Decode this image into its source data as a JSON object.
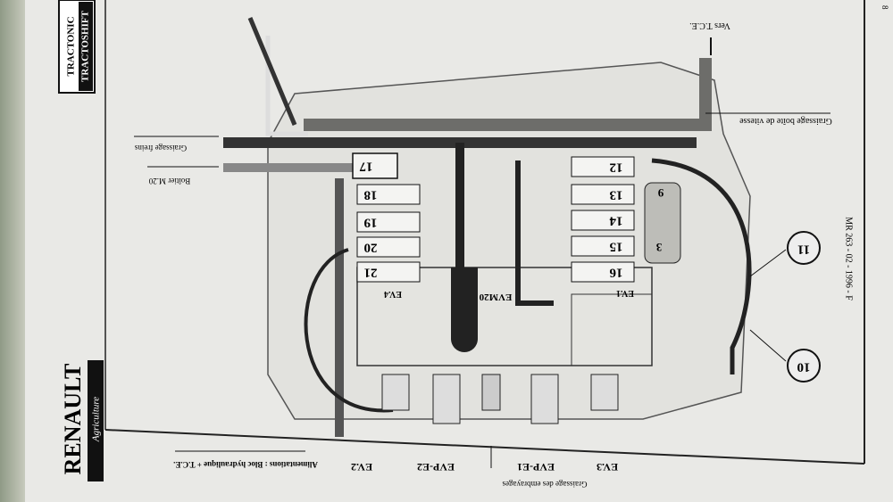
{
  "logo": {
    "line1": "TRACTONIC",
    "line2": "TRACTOSHIFT"
  },
  "brand": {
    "name": "RENAULT",
    "sub": "Agriculture"
  },
  "footer_ref": "MR 263 - 02 - 1996 - F",
  "page_mark": "8",
  "labels": {
    "vers_tce": "Vers T.C.E.",
    "graissage_boite": "Graissage boîte de vitesse",
    "graissage_freins": "Graissage freins",
    "boitier_m20": "Boîtier M.20",
    "alimentation": "Alimentations : Bloc hydraulique + T.C.E.",
    "ev2": "EV.2",
    "evp_e2": "EVP-E2",
    "graissage_embrayages": "Graissage des embrayages",
    "evp_e1": "EVP-E1",
    "ev3": "EV.3",
    "ev4": "EV.4",
    "evm20": "EVM20",
    "ev1": "EV.1"
  },
  "connectors": [
    "12",
    "13",
    "14",
    "15",
    "16",
    "17",
    "18",
    "19",
    "20",
    "21"
  ],
  "callouts": [
    "9",
    "3",
    "11",
    "10"
  ],
  "colors": {
    "paper": "#e9e9e6",
    "ink": "#1c1c1c",
    "pipe": "#6d6d6a"
  }
}
